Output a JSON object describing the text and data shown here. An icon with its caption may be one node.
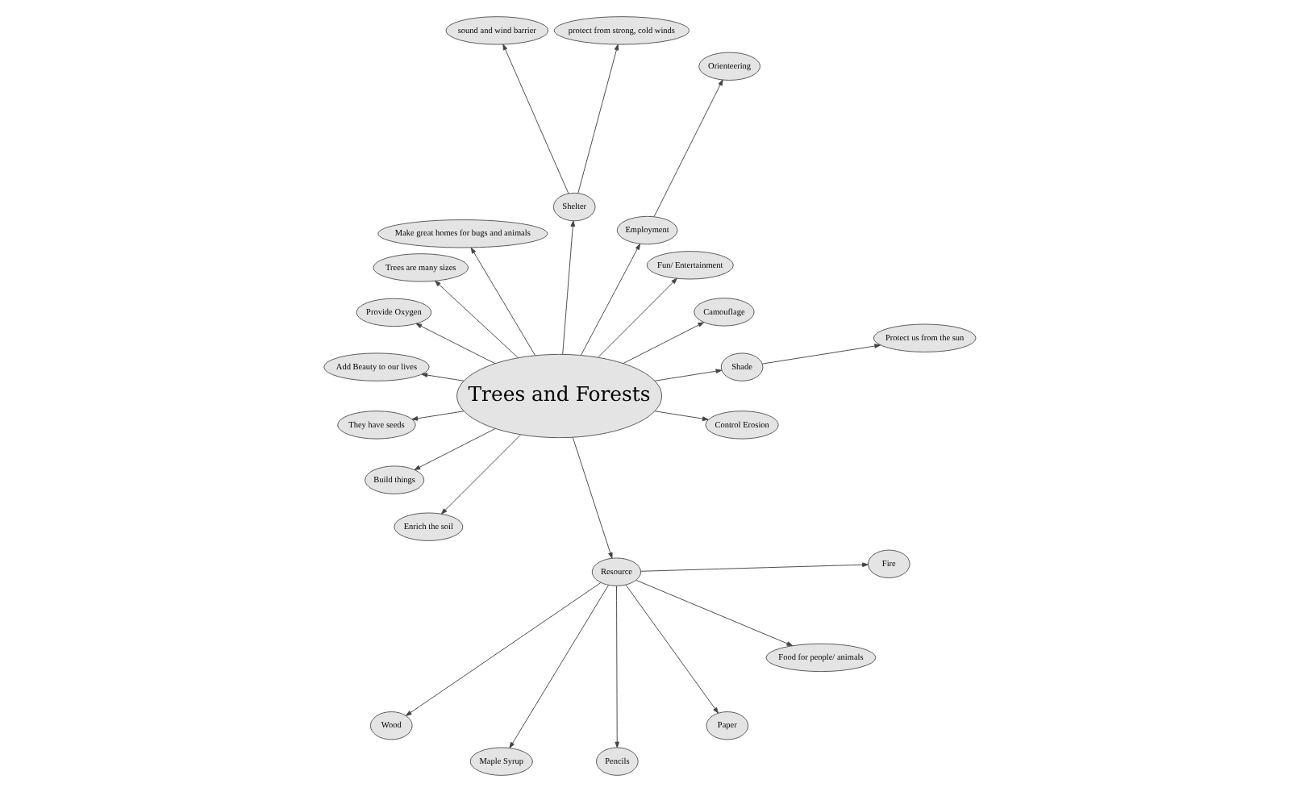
{
  "diagram": {
    "nodes": [
      {
        "text": [
          "Trees and Forests"
        ]
      },
      {
        "text": [
          "Shade"
        ]
      },
      {
        "text": [
          "Protect us from the sun"
        ]
      },
      {
        "text": [
          "Camouflage"
        ]
      },
      {
        "text": [
          "Fun/ Entertainment"
        ]
      },
      {
        "text": [
          "Employment"
        ]
      },
      {
        "text": [
          "Orienteering"
        ]
      },
      {
        "text": [
          "Shelter"
        ]
      },
      {
        "text": [
          "protect from strong, cold winds"
        ]
      },
      {
        "text": [
          "sound and wind barrier"
        ]
      },
      {
        "text": [
          "Make great homes for bugs and animals"
        ]
      },
      {
        "text": [
          "Trees are many sizes"
        ]
      },
      {
        "text": [
          "Provide Oxygen"
        ]
      },
      {
        "text": [
          "Add Beauty to our lives"
        ]
      },
      {
        "text": [
          "They have seeds"
        ]
      },
      {
        "text": [
          "Build things"
        ]
      },
      {
        "text": [
          "Enrich the soil"
        ]
      },
      {
        "text": [
          "Wood"
        ]
      },
      {
        "text": [
          "Maple Syrup"
        ]
      },
      {
        "text": [
          "Resource"
        ]
      },
      {
        "text": [
          "Pencils"
        ]
      },
      {
        "text": [
          "Control Erosion"
        ]
      },
      {
        "text": [
          "Paper"
        ]
      },
      {
        "text": [
          "Food for people/ animals"
        ]
      },
      {
        "text": [
          "Fire"
        ]
      }
    ],
    "edges": [
      {
        "from": 0,
        "to": 1,
        "arrow": "to"
      },
      {
        "from": 1,
        "to": 2,
        "arrow": "to"
      },
      {
        "from": 0,
        "to": 3,
        "arrow": "to"
      },
      {
        "from": 0,
        "to": 4,
        "arrow": "to"
      },
      {
        "from": 0,
        "to": 5,
        "arrow": "to"
      },
      {
        "from": 5,
        "to": 6,
        "arrow": "to"
      },
      {
        "from": 0,
        "to": 7,
        "arrow": "to"
      },
      {
        "from": 7,
        "to": 8,
        "arrow": "to"
      },
      {
        "from": 7,
        "to": 9,
        "arrow": "to"
      },
      {
        "from": 0,
        "to": 10,
        "arrow": "to"
      },
      {
        "from": 0,
        "to": 11,
        "arrow": "to"
      },
      {
        "from": 0,
        "to": 12,
        "arrow": "to"
      },
      {
        "from": 0,
        "to": 13,
        "arrow": "to"
      },
      {
        "from": 0,
        "to": 14,
        "arrow": "to"
      },
      {
        "from": 0,
        "to": 15,
        "arrow": "to"
      },
      {
        "from": 0,
        "to": 16,
        "arrow": "to"
      },
      {
        "from": 0,
        "to": 19,
        "arrow": "to"
      },
      {
        "from": 0,
        "to": 21,
        "arrow": "to"
      },
      {
        "from": 19,
        "to": 17,
        "arrow": "to"
      },
      {
        "from": 19,
        "to": 18,
        "arrow": "to"
      },
      {
        "from": 19,
        "to": 20,
        "arrow": "to"
      },
      {
        "from": 19,
        "to": 22,
        "arrow": "to"
      },
      {
        "from": 19,
        "to": 23,
        "arrow": "to"
      },
      {
        "from": 19,
        "to": 24,
        "arrow": "to"
      }
    ]
  }
}
